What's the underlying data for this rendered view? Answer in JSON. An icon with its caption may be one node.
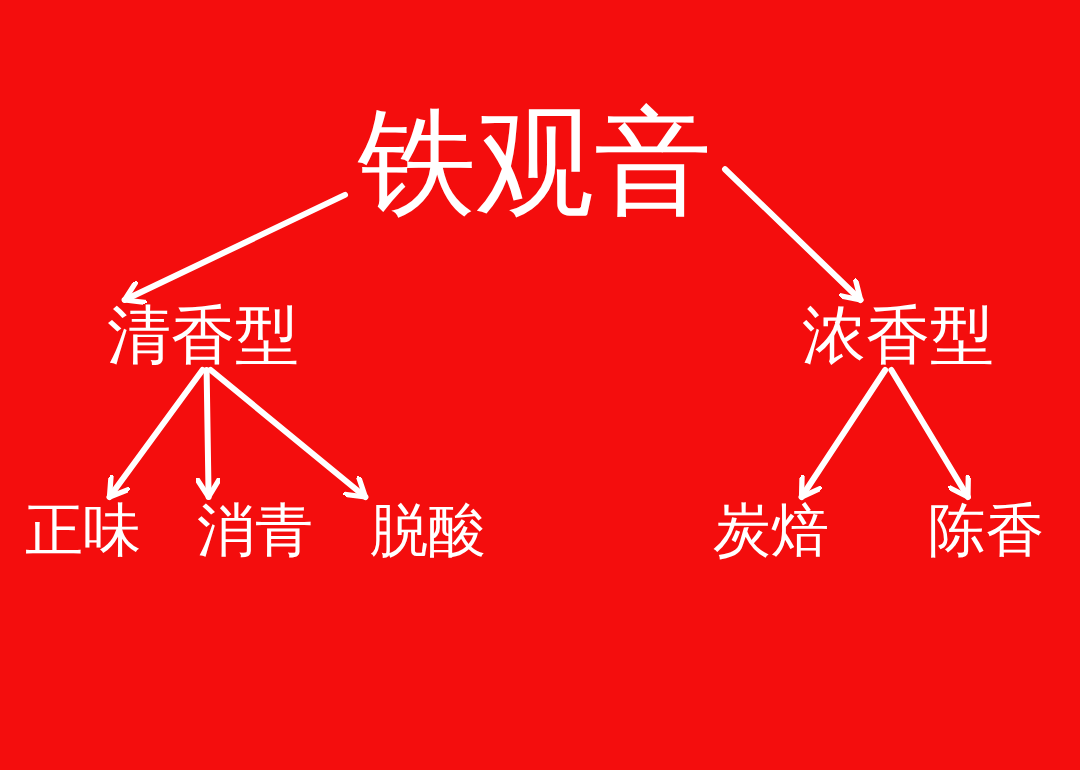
{
  "diagram": {
    "nodes": [
      {
        "text": [
          "铁观音"
        ]
      },
      {
        "text": [
          "清香型"
        ]
      },
      {
        "text": [
          "浓香型"
        ]
      },
      {
        "text": [
          "正味"
        ]
      },
      {
        "text": [
          "消青"
        ]
      },
      {
        "text": [
          "脱酸"
        ]
      },
      {
        "text": [
          "炭焙"
        ]
      },
      {
        "text": [
          "陈香"
        ]
      }
    ],
    "edges": [
      {
        "from": 0,
        "to": 1,
        "arrow": "to"
      },
      {
        "from": 0,
        "to": 2,
        "arrow": "to"
      },
      {
        "from": 1,
        "to": 3,
        "arrow": "to"
      },
      {
        "from": 1,
        "to": 4,
        "arrow": "to"
      },
      {
        "from": 1,
        "to": 5,
        "arrow": "to"
      },
      {
        "from": 2,
        "to": 6,
        "arrow": "to"
      },
      {
        "from": 2,
        "to": 7,
        "arrow": "to"
      }
    ]
  }
}
